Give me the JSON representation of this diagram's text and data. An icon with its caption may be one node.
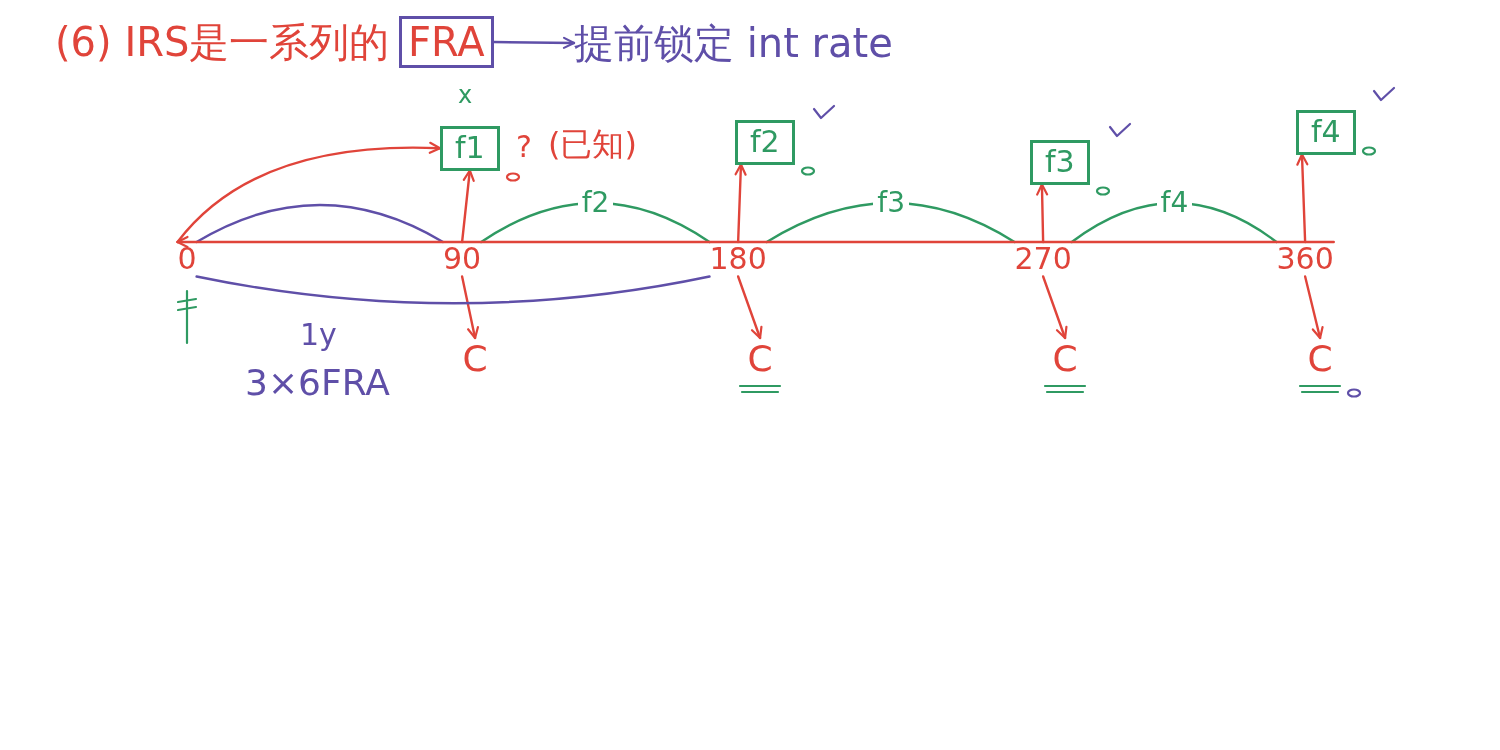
{
  "diagram": {
    "nodes": [
      {
        "text": [
          "FRA"
        ]
      },
      {
        "text": [
          "提前锁定 int rate"
        ]
      },
      {
        "text": [
          "f1"
        ],
        "beside": [
          "x",
          "?",
          "(已知)"
        ]
      },
      {
        "text": [
          "f2"
        ]
      },
      {
        "text": [
          "f3"
        ]
      },
      {
        "text": [
          "f4"
        ]
      },
      {
        "text": [
          "0"
        ]
      },
      {
        "text": [
          "90"
        ]
      },
      {
        "text": [
          "180"
        ]
      },
      {
        "text": [
          "270"
        ]
      },
      {
        "text": [
          "360"
        ]
      },
      {
        "text": [
          "C"
        ]
      },
      {
        "text": [
          "C"
        ]
      },
      {
        "text": [
          "C"
        ]
      },
      {
        "text": [
          "C"
        ]
      }
    ],
    "edges": [
      {
        "from": 0,
        "to": 1,
        "arrow": "to",
        "color": "#5f4fa8"
      },
      {
        "from": 6,
        "to": 2,
        "arrow": "to"
      },
      {
        "from": 7,
        "to": 2,
        "arrow": "to"
      },
      {
        "from": 8,
        "to": 3,
        "arrow": "to"
      },
      {
        "from": 9,
        "to": 4,
        "arrow": "to"
      },
      {
        "from": 10,
        "to": 5,
        "arrow": "to"
      },
      {
        "from": 7,
        "to": 11,
        "arrow": "to"
      },
      {
        "from": 8,
        "to": 12,
        "arrow": "to"
      },
      {
        "from": 9,
        "to": 13,
        "arrow": "to"
      },
      {
        "from": 10,
        "to": 14,
        "arrow": "to"
      },
      {
        "from": 6,
        "to": 7,
        "arrow": "none",
        "color": "#5f4fa8"
      },
      {
        "from": 6,
        "to": 8,
        "arrow": "none",
        "color": "#5f4fa8"
      },
      {
        "from": 7,
        "to": 8,
        "arrow": "none",
        "label": "f2",
        "color": "#2f9a62"
      },
      {
        "from": 8,
        "to": 9,
        "arrow": "none",
        "label": "f3",
        "color": "#2f9a62"
      },
      {
        "from": 9,
        "to": 10,
        "arrow": "none",
        "label": "f4",
        "color": "#2f9a62"
      },
      {
        "from": 10,
        "to": 6,
        "arrow": "to"
      }
    ],
    "labels": [
      "(6) IRS是一系列的",
      "1y",
      "3×6FRA"
    ]
  }
}
